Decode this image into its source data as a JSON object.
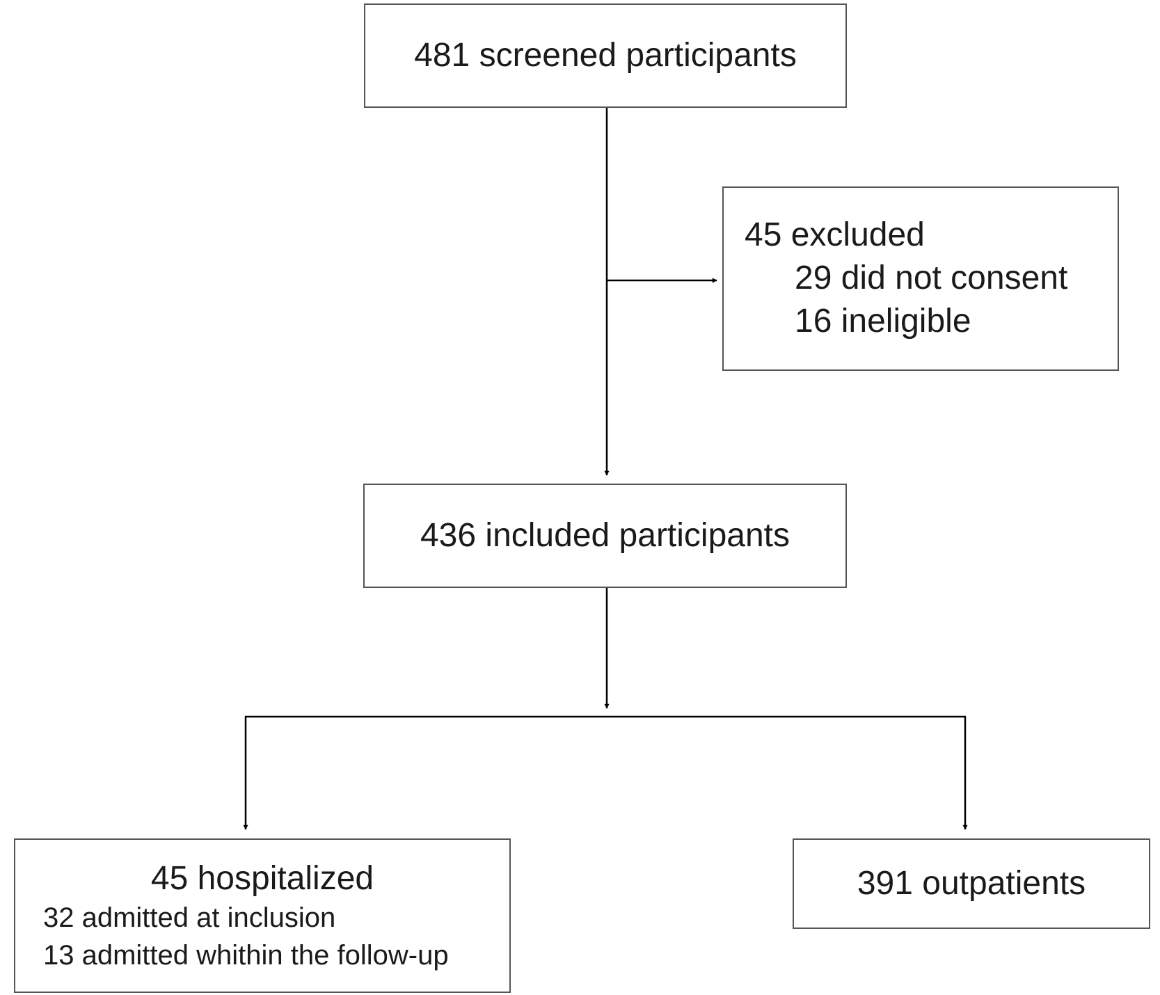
{
  "flowchart": {
    "screened": "481 screened participants",
    "excluded": {
      "title": "45 excluded",
      "reasons": [
        "29 did not consent",
        "16 ineligible"
      ]
    },
    "included": "436 included participants",
    "hospitalized": {
      "title": "45 hospitalized",
      "details": [
        "32 admitted at inclusion",
        "13 admitted whithin the follow-up"
      ]
    },
    "outpatients": "391 outpatients"
  },
  "colors": {
    "line": "#000000",
    "box_border": "#555555",
    "text": "#1a1a1a",
    "background": "#ffffff"
  }
}
